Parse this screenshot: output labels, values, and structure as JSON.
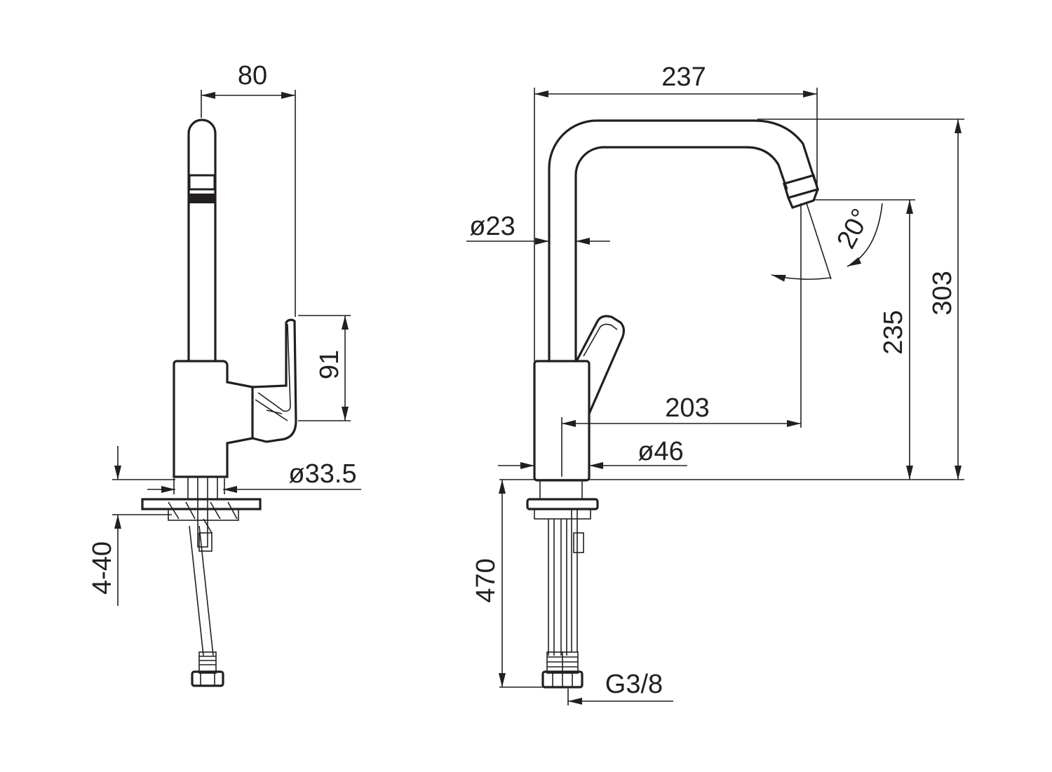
{
  "left_view": {
    "dims": {
      "width_top": "80",
      "handle_height": "91",
      "base_diameter": "ø33.5",
      "mount_thickness": "4-40"
    }
  },
  "right_view": {
    "dims": {
      "overall_width": "237",
      "spout_diameter": "ø23",
      "angle": "20°",
      "outlet_height": "235",
      "overall_height": "303",
      "reach": "203",
      "body_diameter": "ø46",
      "hose_length": "470",
      "connection": "G3/8"
    }
  }
}
